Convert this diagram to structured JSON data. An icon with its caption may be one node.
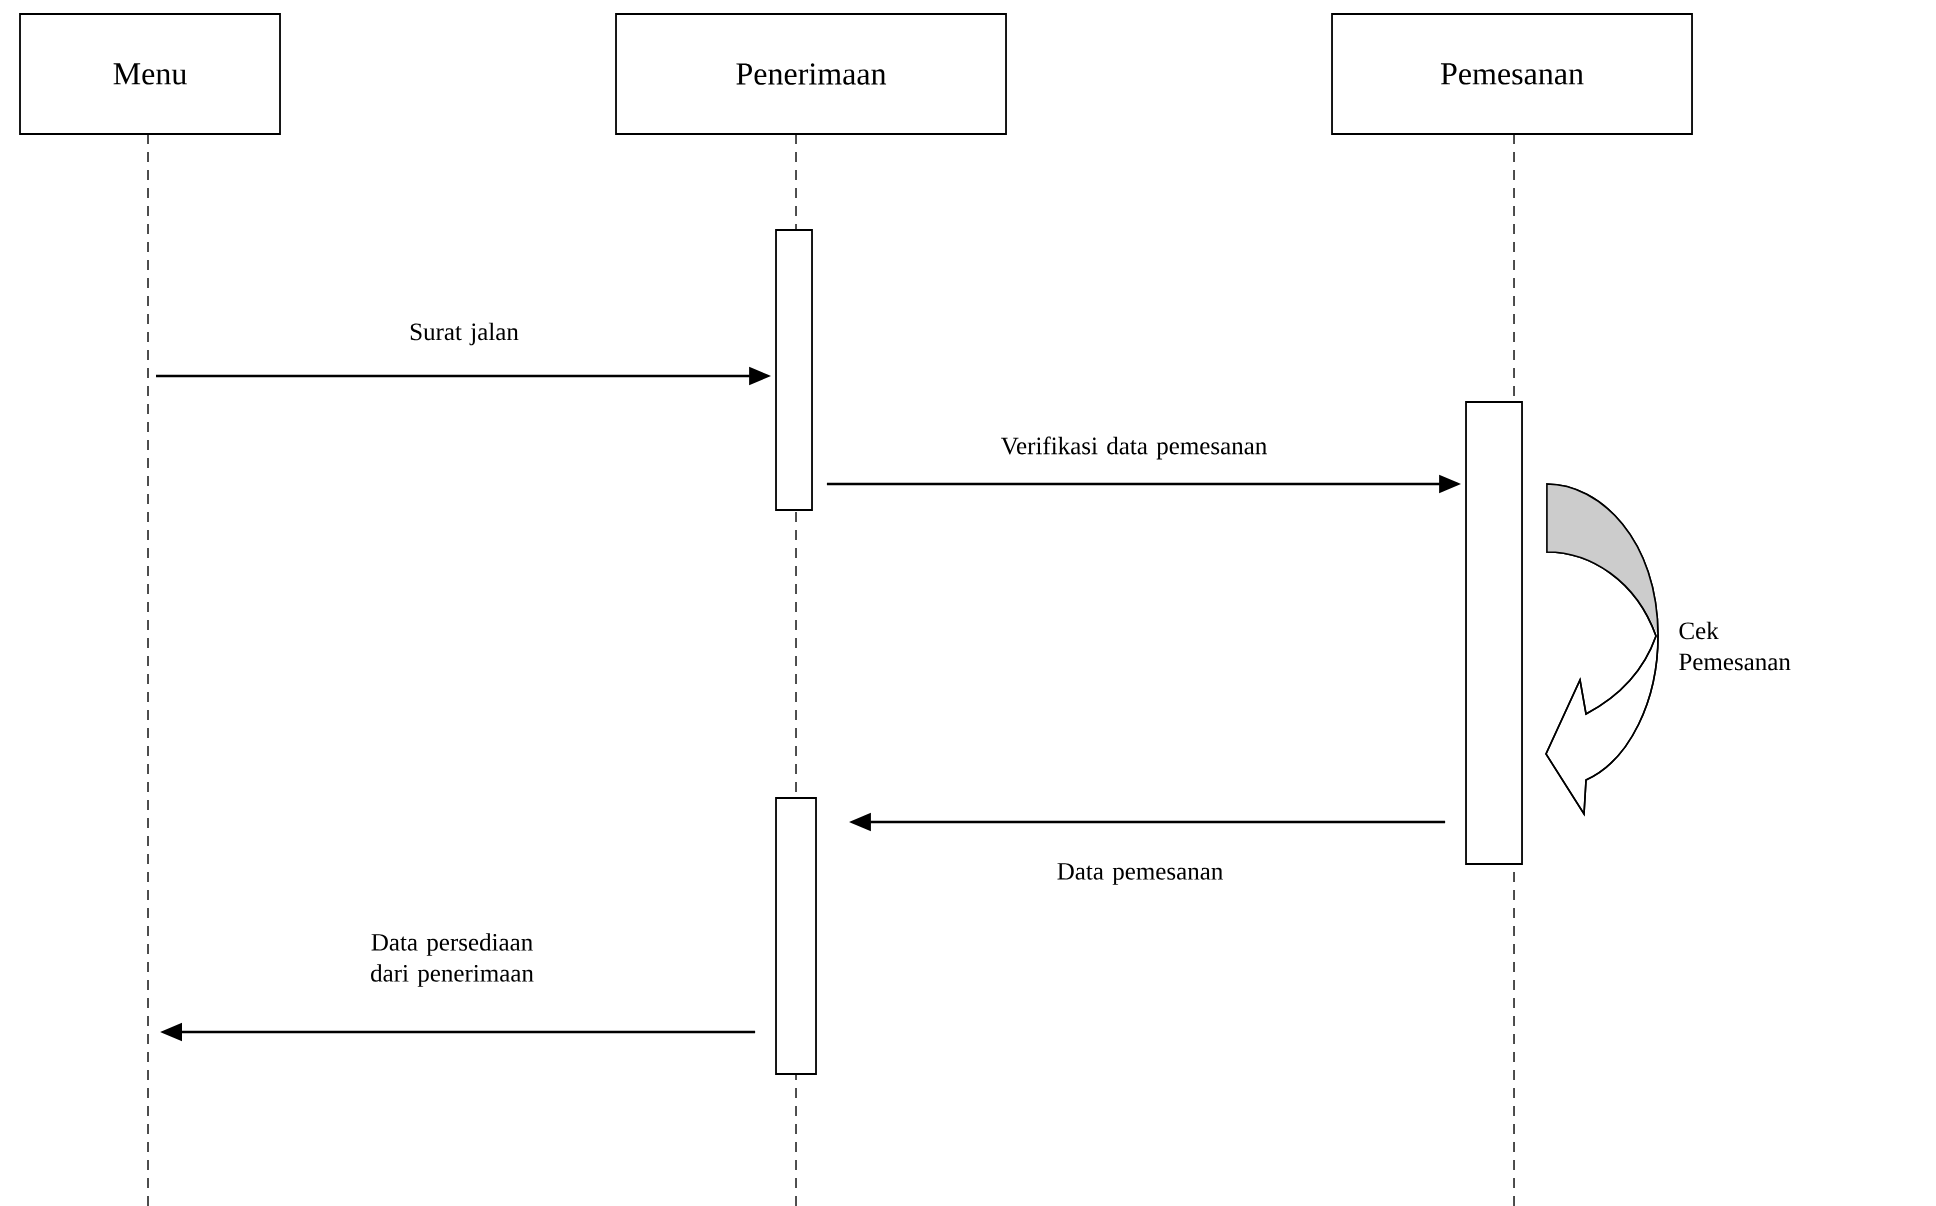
{
  "diagram": {
    "nodes": [
      {
        "text": [
          "Menu"
        ]
      },
      {
        "text": [
          "Penerimaan"
        ]
      },
      {
        "text": [
          "Pemesanan"
        ]
      },
      {
        "text": [],
        "shape": "bar"
      },
      {
        "text": [],
        "shape": "bar"
      },
      {
        "text": [],
        "shape": "bar"
      }
    ],
    "edges": [
      {
        "from": null,
        "to": 3,
        "arrow": "to",
        "label": "Surat jalan"
      },
      {
        "from": 3,
        "to": 4,
        "arrow": "to",
        "label": "Verifikasi data pemesanan"
      },
      {
        "from": 4,
        "to": 4,
        "arrow": "to",
        "label": "Cek Pemesanan"
      },
      {
        "from": 4,
        "to": 5,
        "arrow": "to",
        "label": "Data pemesanan"
      },
      {
        "from": 5,
        "to": null,
        "arrow": "to",
        "label": "Data persediaan dari penerimaan"
      }
    ]
  }
}
